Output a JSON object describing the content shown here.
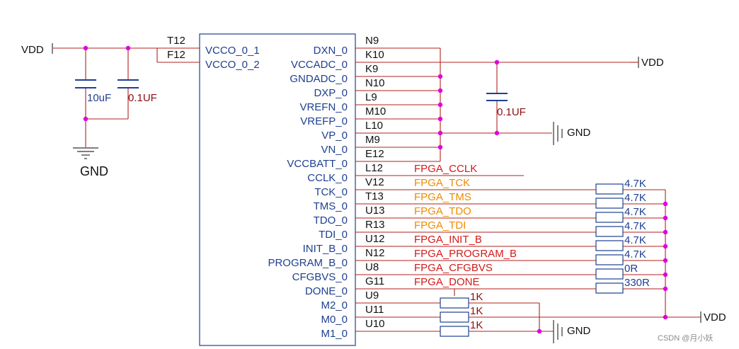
{
  "ic": {
    "left_pins": [
      {
        "name": "VCCO_0_1",
        "num": "T12"
      },
      {
        "name": "VCCO_0_2",
        "num": "F12"
      }
    ],
    "right_pins": [
      {
        "name": "DXN_0",
        "num": "N9"
      },
      {
        "name": "VCCADC_0",
        "num": "K10"
      },
      {
        "name": "GNDADC_0",
        "num": "K9"
      },
      {
        "name": "DXP_0",
        "num": "N10"
      },
      {
        "name": "VREFN_0",
        "num": "L9"
      },
      {
        "name": "VREFP_0",
        "num": "M10"
      },
      {
        "name": "VP_0",
        "num": "L10"
      },
      {
        "name": "VN_0",
        "num": "M9"
      },
      {
        "name": "VCCBATT_0",
        "num": "E12"
      },
      {
        "name": "CCLK_0",
        "num": "L12"
      },
      {
        "name": "TCK_0",
        "num": "V12"
      },
      {
        "name": "TMS_0",
        "num": "T13"
      },
      {
        "name": "TDO_0",
        "num": "U13"
      },
      {
        "name": "TDI_0",
        "num": "R13"
      },
      {
        "name": "INIT_B_0",
        "num": "U12"
      },
      {
        "name": "PROGRAM_B_0",
        "num": "N12"
      },
      {
        "name": "CFGBVS_0",
        "num": "U8"
      },
      {
        "name": "DONE_0",
        "num": "G11"
      },
      {
        "name": "M2_0",
        "num": "U9"
      },
      {
        "name": "M0_0",
        "num": "U11"
      },
      {
        "name": "M1_0",
        "num": "U10"
      }
    ]
  },
  "nets": [
    {
      "label": "FPGA_CCLK",
      "color": "#d11a1a"
    },
    {
      "label": "FPGA_TCK",
      "color": "#f08a00"
    },
    {
      "label": "FPGA_TMS",
      "color": "#f08a00"
    },
    {
      "label": "FPGA_TDO",
      "color": "#f08a00"
    },
    {
      "label": "FPGA_TDI",
      "color": "#f08a00"
    },
    {
      "label": "FPGA_INIT_B",
      "color": "#d11a1a"
    },
    {
      "label": "FPGA_PROGRAM_B",
      "color": "#d11a1a"
    },
    {
      "label": "FPGA_CFGBVS",
      "color": "#d11a1a"
    },
    {
      "label": "FPGA_DONE",
      "color": "#d11a1a"
    }
  ],
  "pullups": [
    "4.7K",
    "4.7K",
    "4.7K",
    "4.7K",
    "4.7K",
    "4.7K",
    "0R",
    "330R"
  ],
  "mode_resistors": [
    "1K",
    "1K",
    "1K"
  ],
  "caps": {
    "c1": "10uF",
    "c2": "0.1UF",
    "c3": "0.1UF"
  },
  "power": {
    "vdd_left": "VDD",
    "vdd_right_top": "VDD",
    "vdd_right_bottom": "VDD",
    "gnd_left": "GND",
    "gnd_mid": "GND",
    "gnd_bottom": "GND"
  },
  "watermark": "CSDN @月小妖",
  "colors": {
    "wire": "#b0221e",
    "ic_outline": "#1f3f8f",
    "junction": "#e000e0",
    "net_red": "#d11a1a",
    "net_orange": "#f08a00"
  }
}
